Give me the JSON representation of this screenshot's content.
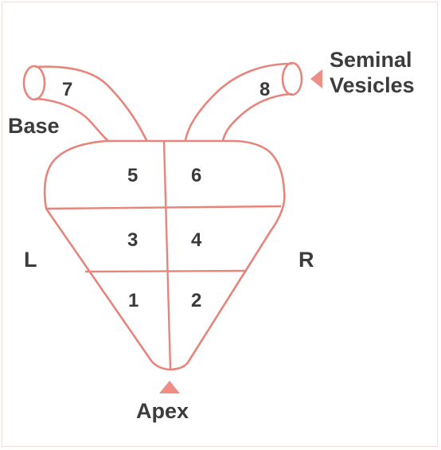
{
  "labels": {
    "seminal_line1": "Seminal",
    "seminal_line2": "Vesicles",
    "base": "Base",
    "left": "L",
    "right": "R",
    "apex": "Apex"
  },
  "segments": {
    "s1": "1",
    "s2": "2",
    "s3": "3",
    "s4": "4",
    "s5": "5",
    "s6": "6",
    "s7": "7",
    "s8": "8"
  },
  "colors": {
    "outline": "#e7857c",
    "marker": "#ee8e86",
    "text": "#3a3a3a"
  }
}
